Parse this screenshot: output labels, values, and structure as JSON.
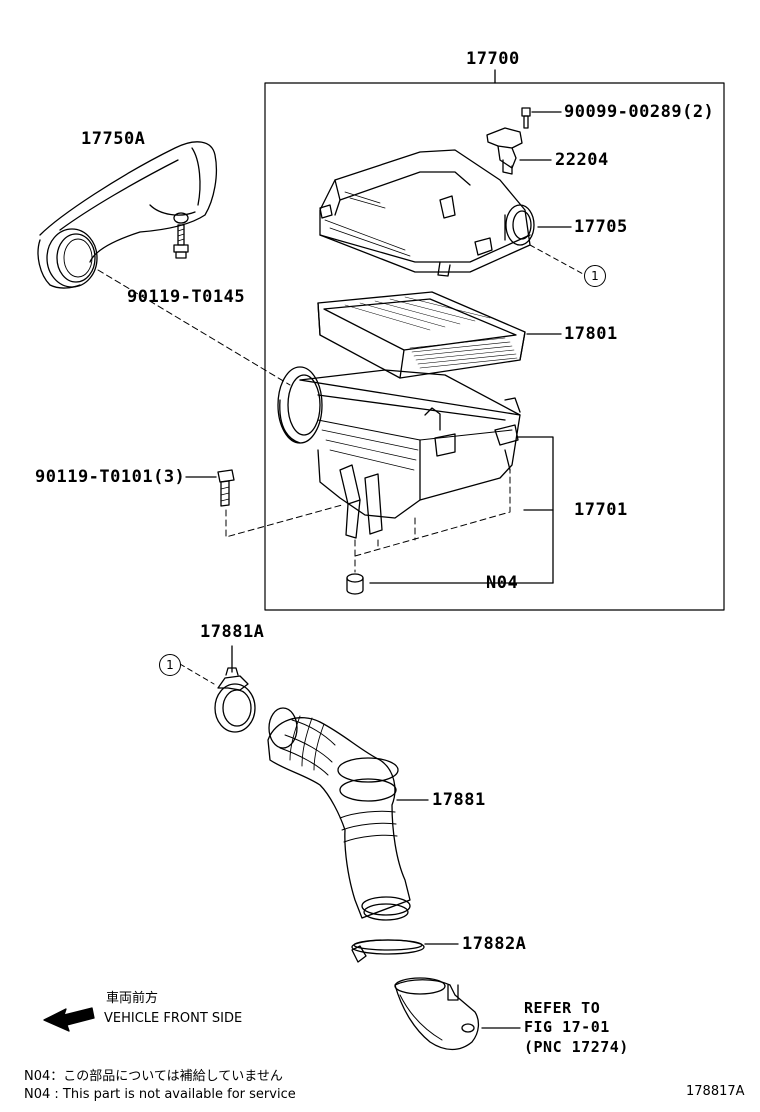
{
  "labels": {
    "assy": "17700",
    "inlet_duct": "17750A",
    "bolt_top": "90099-00289(2)",
    "sensor": "22204",
    "cap": "17705",
    "element": "17801",
    "case": "17701",
    "bolt_duct": "90119-T0145",
    "bolt_case": "90119-T0101(3)",
    "grommet": "N04",
    "clamp_a": "17881A",
    "hose": "17881",
    "clamp_b": "17882A",
    "ref_line1": "REFER TO",
    "ref_line2": "FIG 17-01",
    "ref_line3": "(PNC 17274)",
    "ref_circle": "1",
    "ref_circle_2": "1"
  },
  "legend": {
    "front_jp": "車両前方",
    "front_en": "VEHICLE FRONT SIDE",
    "note_jp": "N04：この部品については補給していません",
    "note_en": "N04 : This part is not available for service",
    "figure_id": "178817A"
  }
}
